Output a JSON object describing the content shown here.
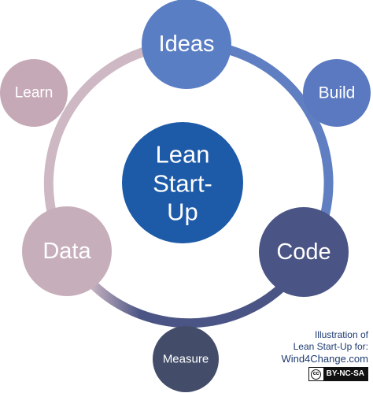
{
  "diagram": {
    "center": {
      "lines": [
        "Lean",
        "Start-",
        "Up"
      ],
      "color": "#1d5aa8"
    },
    "nodes": {
      "ideas": {
        "label": "Ideas",
        "color": "#5a7ec4"
      },
      "build": {
        "label": "Build",
        "color": "#5b79c0"
      },
      "code": {
        "label": "Code",
        "color": "#4b5585"
      },
      "measure": {
        "label": "Measure",
        "color": "#434d6a"
      },
      "data": {
        "label": "Data",
        "color": "#c7aebb"
      },
      "learn": {
        "label": "Learn",
        "color": "#c6a9b6"
      }
    },
    "ring_colors": {
      "blue": "#5f7fc2",
      "navy": "#4b5585",
      "mauve": "#cdb8c3"
    }
  },
  "credit": {
    "line1": "Illustration of",
    "line2": "Lean Start-Up for:",
    "site": "Wind4Change.com",
    "license_icon": "cc",
    "license": "BY-NC-SA"
  }
}
